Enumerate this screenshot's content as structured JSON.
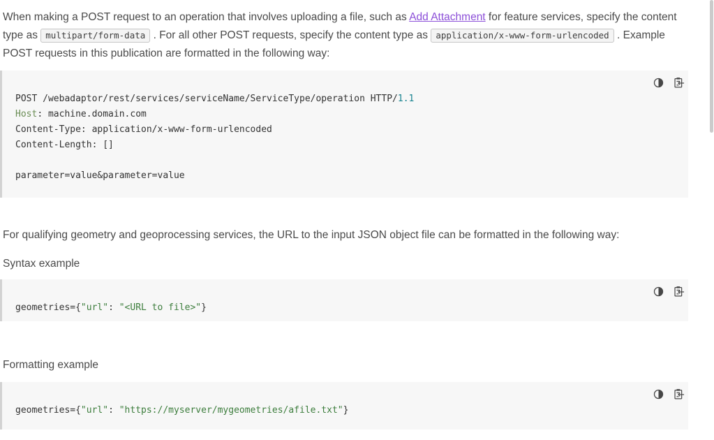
{
  "theme": {
    "page-bg": "#ffffff",
    "text-color": "#4a4a4a",
    "link-color": "#8c4fd8",
    "chip-bg": "#f4f4f4",
    "chip-border": "#c6c6c6",
    "code-bg": "#f7f7f7",
    "code-border": "#d2d2d2",
    "code-plain": "#323232",
    "code-keyword": "#698c53",
    "code-string": "#3c7d3c",
    "code-number": "#17828f",
    "icon-color": "#474747",
    "scrollbar-thumb": "#cbcbcb"
  },
  "intro": {
    "part1": "When making a POST request to an operation that involves uploading a file, such as ",
    "link_label": "Add Attachment",
    "part2": " for feature services, specify the content type as ",
    "chip1": "multipart/form-data",
    "part3": " . For all other POST requests, specify the content type as ",
    "chip2": "application/x-www-form-urlencoded",
    "part4": " . Example POST requests in this publication are formatted in the following way:"
  },
  "geometry_paragraph": "For qualifying geometry and geoprocessing services, the URL to the input JSON object file can be formatted in the following way:",
  "syntax_label": "Syntax example",
  "formatting_label": "Formatting example",
  "code_toolbar": {
    "contrast_icon": "contrast-toggle",
    "copy_icon": "copy-to-clipboard"
  },
  "code_blocks": [
    {
      "name": "post-request-example",
      "lines": [
        [
          {
            "t": "POST /webadaptor/rest/services/serviceName/ServiceType/operation HTTP/",
            "c": "plain"
          },
          {
            "t": "1.1",
            "c": "number"
          }
        ],
        [
          {
            "t": "Host",
            "c": "keyword"
          },
          {
            "t": ": machine.domain.com",
            "c": "plain"
          }
        ],
        [
          {
            "t": "Content-Type: application/x-www-form-urlencoded",
            "c": "plain"
          }
        ],
        [
          {
            "t": "Content-Length: []",
            "c": "plain"
          }
        ],
        [],
        [
          {
            "t": "parameter=value&parameter=value",
            "c": "plain"
          }
        ]
      ]
    },
    {
      "name": "syntax-example",
      "lines": [
        [
          {
            "t": "geometries={",
            "c": "plain"
          },
          {
            "t": "\"url\"",
            "c": "string"
          },
          {
            "t": ": ",
            "c": "plain"
          },
          {
            "t": "\"<URL to file>\"",
            "c": "string"
          },
          {
            "t": "}",
            "c": "plain"
          }
        ]
      ]
    },
    {
      "name": "formatting-example",
      "lines": [
        [
          {
            "t": "geometries={",
            "c": "plain"
          },
          {
            "t": "\"url\"",
            "c": "string"
          },
          {
            "t": ": ",
            "c": "plain"
          },
          {
            "t": "\"https://myserver/mygeometries/afile.txt\"",
            "c": "string"
          },
          {
            "t": "}",
            "c": "plain"
          }
        ]
      ]
    }
  ]
}
